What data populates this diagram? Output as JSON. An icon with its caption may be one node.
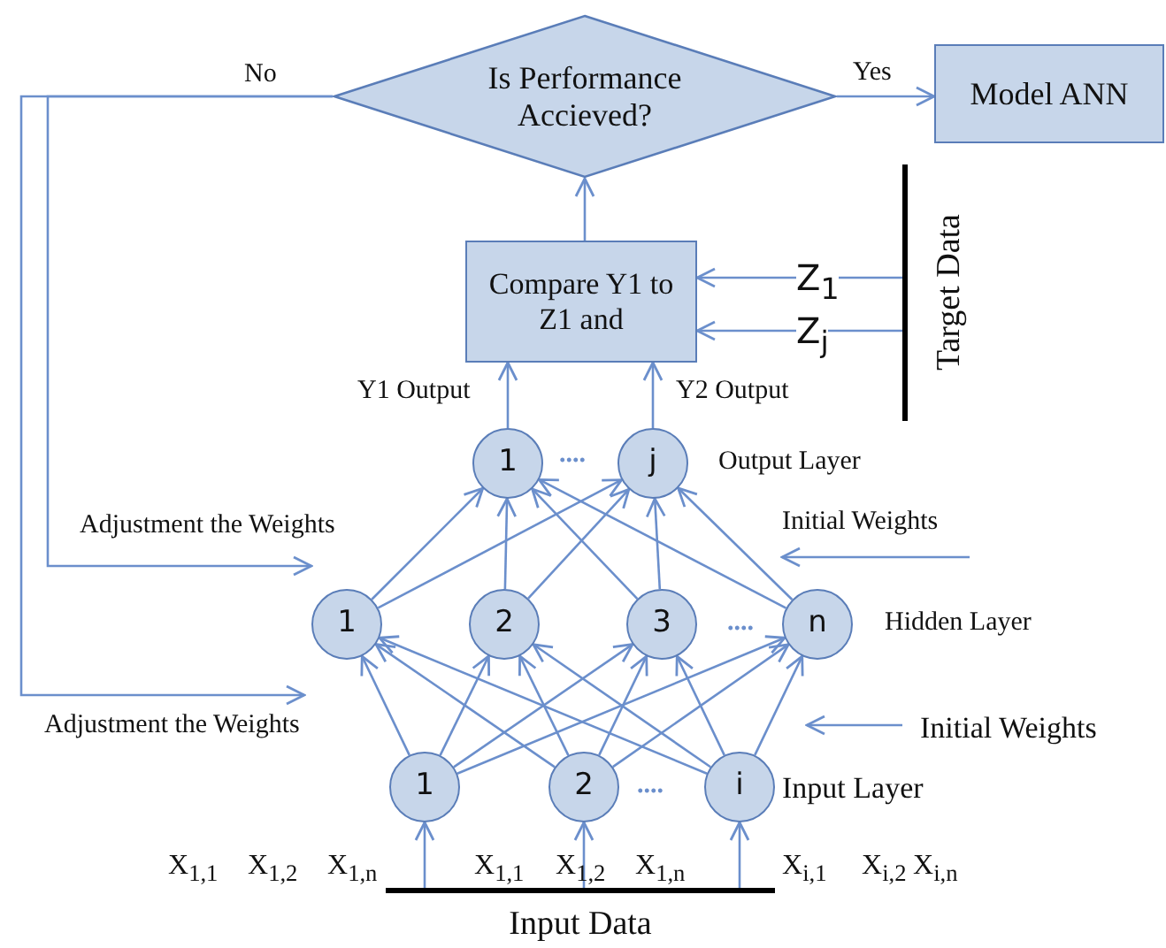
{
  "diagram": {
    "nodes": [
      {
        "text": [
          "Is Performance Accieved?"
        ]
      },
      {
        "text": [
          "Model ANN"
        ]
      },
      {
        "text": [
          "Compare Y1 to Z1 and"
        ]
      },
      {
        "text": [
          "Target Data"
        ]
      },
      {
        "text": [
          "1"
        ]
      },
      {
        "text": [
          "j"
        ]
      },
      {
        "text": [
          "1"
        ]
      },
      {
        "text": [
          "2"
        ]
      },
      {
        "text": [
          "3"
        ]
      },
      {
        "text": [
          "n"
        ]
      },
      {
        "text": [
          "1"
        ]
      },
      {
        "text": [
          "2"
        ]
      },
      {
        "text": [
          "i"
        ]
      },
      {
        "text": [
          "Input Data"
        ]
      }
    ],
    "edges": [
      {
        "from": 0,
        "to": 6,
        "arrow": "to",
        "label": "No"
      },
      {
        "from": 0,
        "to": 6,
        "arrow": "to"
      },
      {
        "from": 0,
        "to": 1,
        "arrow": "to",
        "label": "Yes"
      },
      {
        "from": 2,
        "to": 0,
        "arrow": "to"
      },
      {
        "from": 3,
        "to": 2,
        "arrow": "to",
        "label": "Z$_{1}$"
      },
      {
        "from": 3,
        "to": 2,
        "arrow": "to",
        "label": "Z$_{j}$"
      },
      {
        "from": 4,
        "to": 2,
        "arrow": "to",
        "label": "Y1 Output"
      },
      {
        "from": 5,
        "to": 2,
        "arrow": "to",
        "label": "Y2 Output"
      },
      {
        "from": 6,
        "to": 4,
        "arrow": "to"
      },
      {
        "from": 6,
        "to": 5,
        "arrow": "to"
      },
      {
        "from": 7,
        "to": 4,
        "arrow": "to"
      },
      {
        "from": 7,
        "to": 5,
        "arrow": "to"
      },
      {
        "from": 8,
        "to": 4,
        "arrow": "to"
      },
      {
        "from": 8,
        "to": 5,
        "arrow": "to"
      },
      {
        "from": 9,
        "to": 4,
        "arrow": "to"
      },
      {
        "from": 9,
        "to": 5,
        "arrow": "to"
      },
      {
        "from": 10,
        "to": 6,
        "arrow": "to"
      },
      {
        "from": 10,
        "to": 7,
        "arrow": "to"
      },
      {
        "from": 10,
        "to": 8,
        "arrow": "to"
      },
      {
        "from": 10,
        "to": 9,
        "arrow": "to"
      },
      {
        "from": 11,
        "to": 6,
        "arrow": "to"
      },
      {
        "from": 11,
        "to": 7,
        "arrow": "to"
      },
      {
        "from": 11,
        "to": 8,
        "arrow": "to"
      },
      {
        "from": 11,
        "to": 9,
        "arrow": "to"
      },
      {
        "from": 12,
        "to": 6,
        "arrow": "to"
      },
      {
        "from": 12,
        "to": 7,
        "arrow": "to"
      },
      {
        "from": 12,
        "to": 8,
        "arrow": "to"
      },
      {
        "from": 12,
        "to": 9,
        "arrow": "to"
      },
      {
        "from": 13,
        "to": 10,
        "arrow": "to"
      },
      {
        "from": 13,
        "to": 11,
        "arrow": "to"
      },
      {
        "from": 13,
        "to": 12,
        "arrow": "to"
      }
    ],
    "labels": [
      "Output Layer",
      "....",
      "Adjustment the Weights",
      "Initial Weights",
      "Hidden Layer",
      "....",
      "Adjustment the Weights",
      "Initial Weights",
      "....",
      "Input Layer",
      "X$_{1,1}$",
      "X$_{1,2}$",
      "X$_{1,n}$",
      "X$_{1,1}$",
      "X$_{1,2}$",
      "X$_{1,n}$",
      "X$_{i,1}$",
      "X$_{i,2}$",
      "X$_{i,n}$"
    ]
  }
}
